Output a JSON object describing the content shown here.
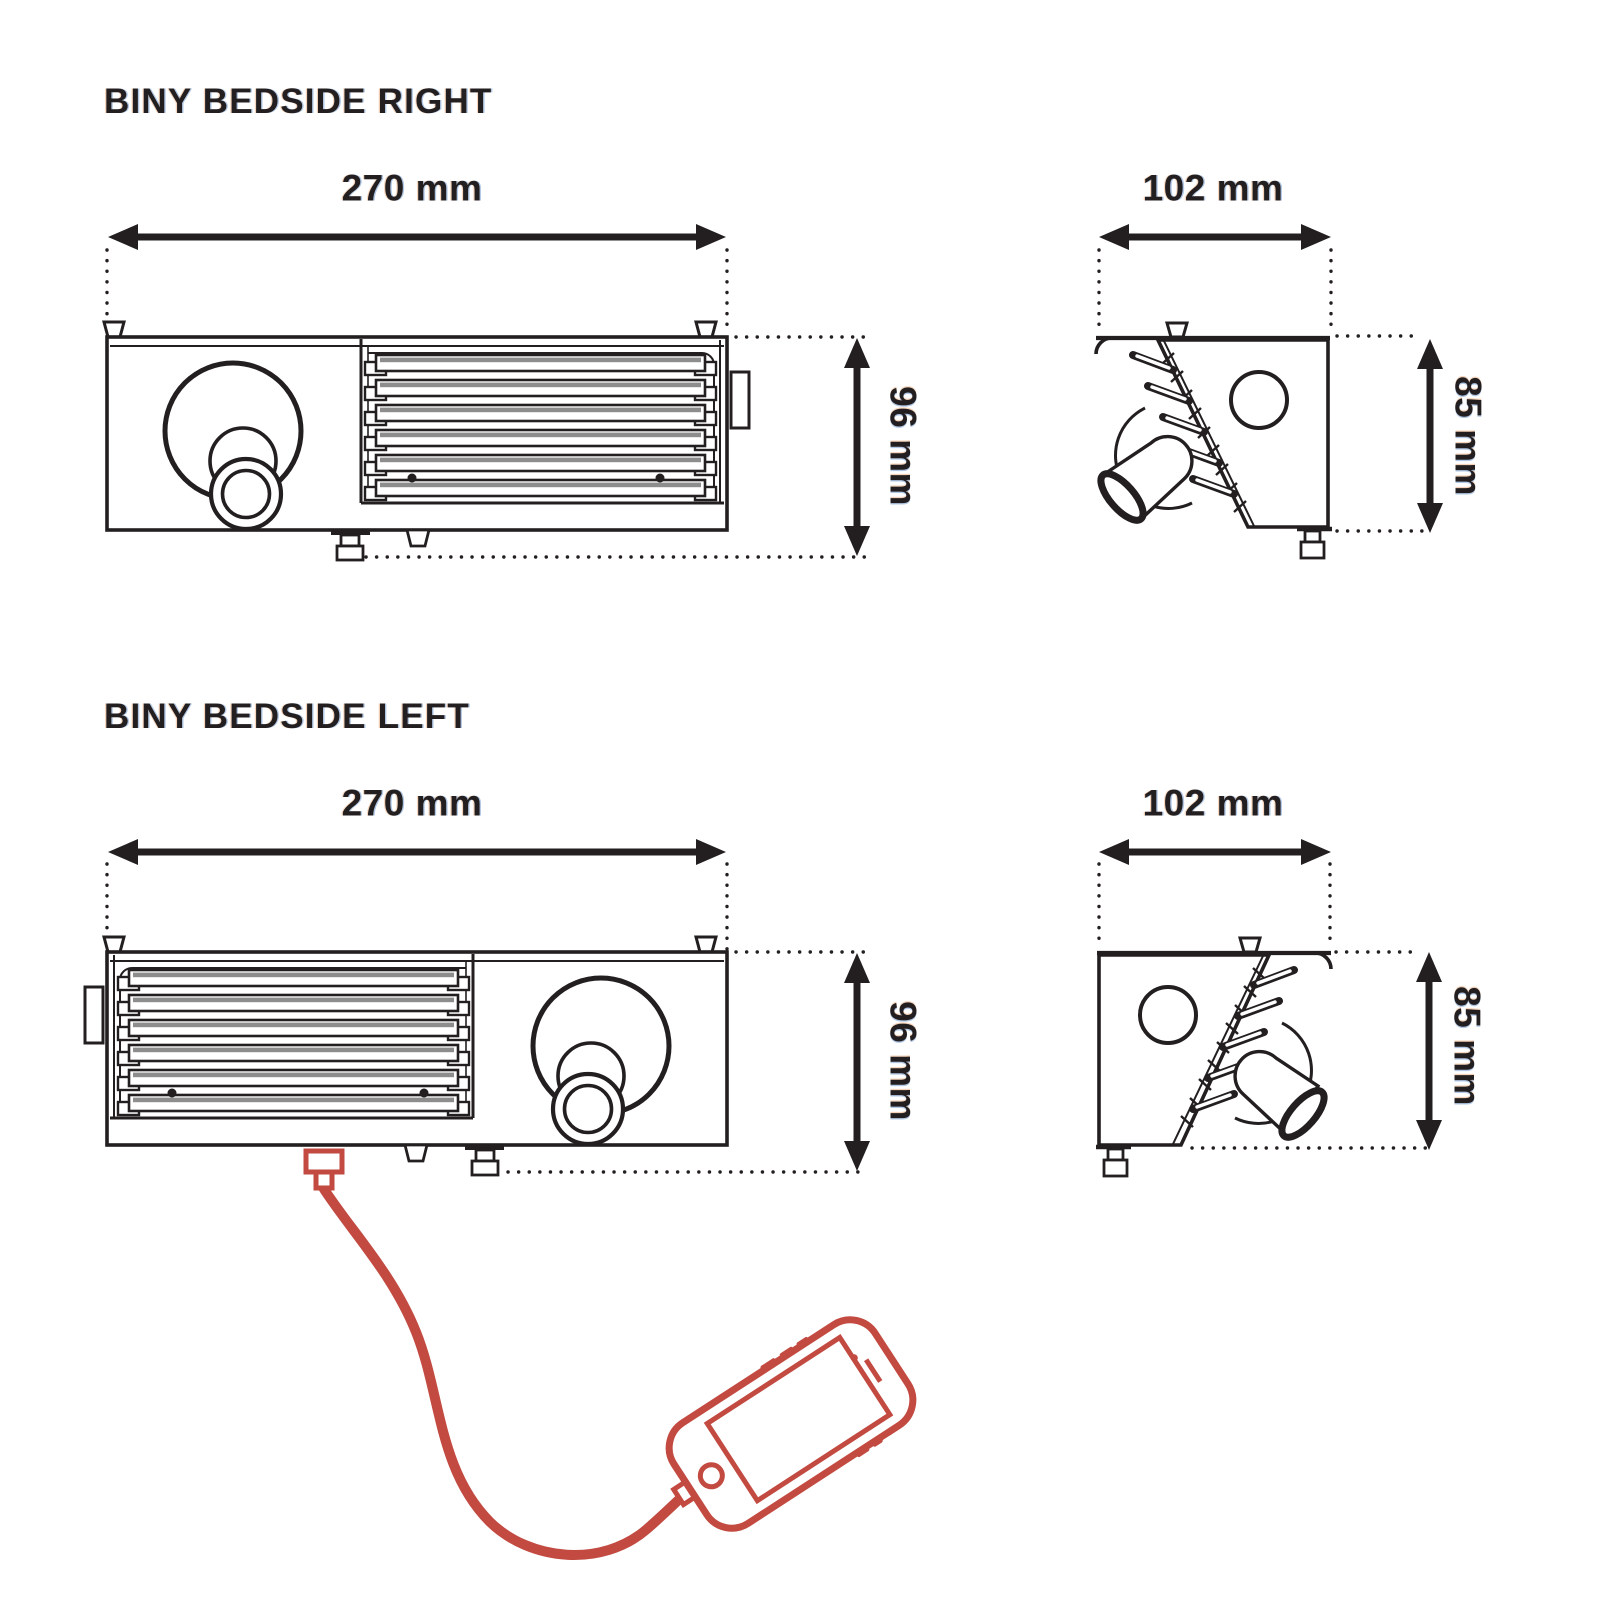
{
  "colors": {
    "ink": "#231f20",
    "red": "#c24a41",
    "shade": "#8d8d8d",
    "background": "#ffffff"
  },
  "sections": [
    {
      "id": "right",
      "title": "BINY BEDSIDE RIGHT",
      "front_view": {
        "width_label": "270 mm",
        "height_label": "96 mm"
      },
      "side_view": {
        "depth_label": "102 mm",
        "height_label": "85 mm"
      }
    },
    {
      "id": "left",
      "title": "BINY BEDSIDE LEFT",
      "front_view": {
        "width_label": "270 mm",
        "height_label": "96 mm"
      },
      "side_view": {
        "depth_label": "102 mm",
        "height_label": "85 mm"
      },
      "accessory_icons": {
        "cable": "usb-cable",
        "device": "smartphone"
      }
    }
  ]
}
